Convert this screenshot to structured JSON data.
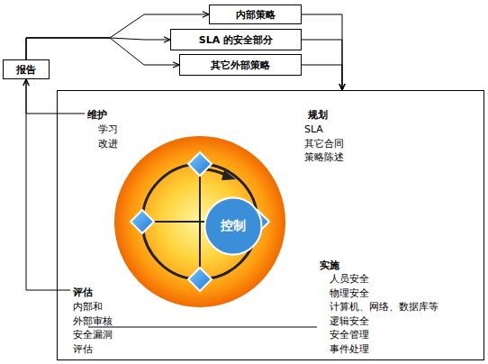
{
  "diagram": {
    "nodes": [
      {
        "text": [
          "报告"
        ]
      },
      {
        "text": [
          "内部策略"
        ]
      },
      {
        "text": [
          "SLA 的安全部分"
        ]
      },
      {
        "text": [
          "其它外部策略"
        ]
      },
      {
        "text": [
          "维护",
          "学习 改进",
          "规划",
          "SLA 其它合同 策略陈述",
          "实施",
          "人员安全 物理安全 计算机、网络、数据库等 逻辑安全 安全管理 事件处理",
          "评估",
          "内部和 外部审核 安全漏洞 评估"
        ]
      },
      {
        "text": [
          "控制"
        ],
        "in": 4
      }
    ],
    "edges": [
      {
        "from": 0,
        "to": 1,
        "arrow": "to"
      },
      {
        "from": 0,
        "to": 2,
        "arrow": "to"
      },
      {
        "from": 0,
        "to": 3,
        "arrow": "to"
      },
      {
        "from": 1,
        "to": 4,
        "arrow": "to"
      },
      {
        "from": 2,
        "to": 4,
        "arrow": "to"
      },
      {
        "from": 3,
        "to": 4,
        "arrow": "to"
      },
      {
        "from": 4,
        "to": 0,
        "arrow": "to"
      },
      {
        "from": 4,
        "to": 0,
        "arrow": "to"
      }
    ]
  }
}
